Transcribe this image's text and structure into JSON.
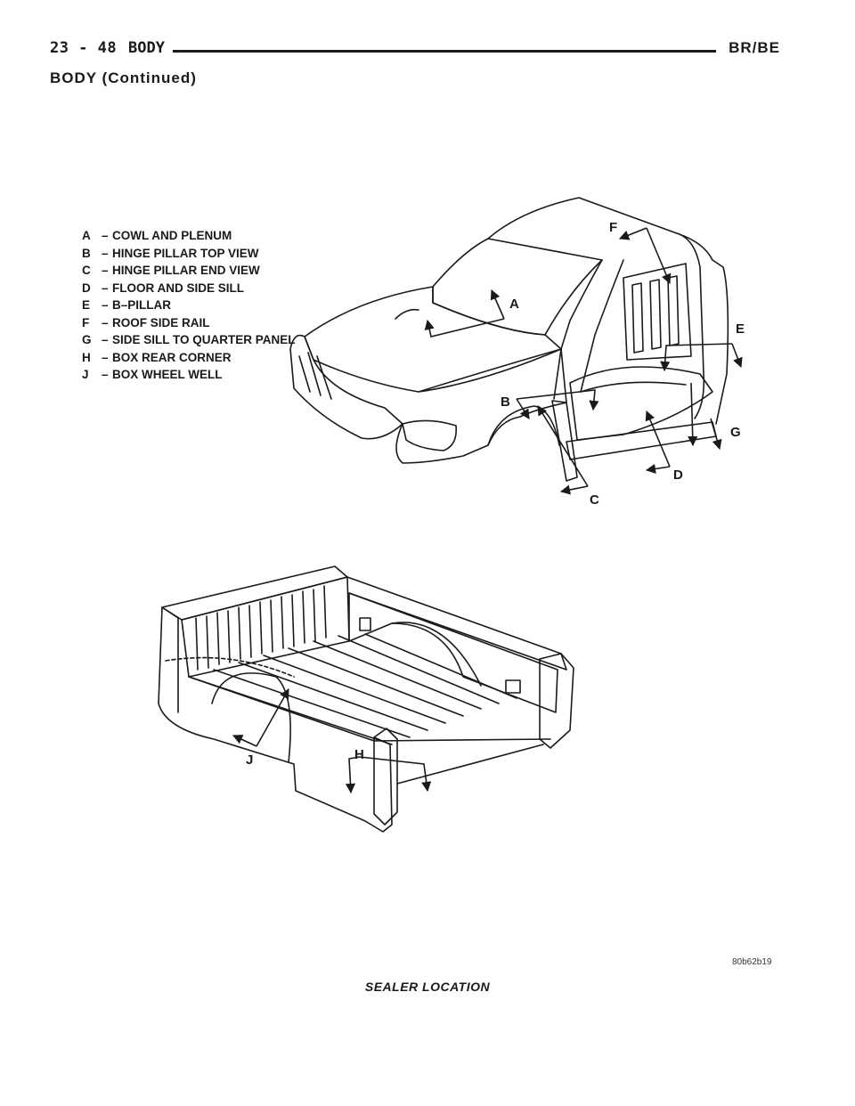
{
  "header": {
    "page_number": "23 - 48",
    "section": "BODY",
    "model": "BR/BE"
  },
  "subheading": "BODY (Continued)",
  "legend": [
    {
      "key": "A",
      "text": "COWL AND PLENUM"
    },
    {
      "key": "B",
      "text": "HINGE PILLAR TOP VIEW"
    },
    {
      "key": "C",
      "text": "HINGE PILLAR END VIEW"
    },
    {
      "key": "D",
      "text": "FLOOR AND SIDE SILL"
    },
    {
      "key": "E",
      "text": "B–PILLAR"
    },
    {
      "key": "F",
      "text": "ROOF SIDE RAIL"
    },
    {
      "key": "G",
      "text": "SIDE SILL TO QUARTER PANEL"
    },
    {
      "key": "H",
      "text": "BOX REAR CORNER"
    },
    {
      "key": "J",
      "text": "BOX WHEEL WELL"
    }
  ],
  "callouts": {
    "a": "A",
    "b": "B",
    "c": "C",
    "d": "D",
    "e": "E",
    "f": "F",
    "g": "G",
    "h": "H",
    "j": "J"
  },
  "figure_id": "80b62b19",
  "caption": "SEALER LOCATION"
}
